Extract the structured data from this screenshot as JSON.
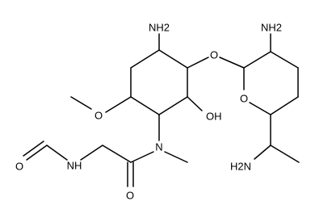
{
  "molecule": {
    "atom_labels": {
      "nh2_ring_top": "NH2",
      "o_methoxy": "O",
      "oh": "OH",
      "o_glycosidic": "O",
      "o_pyran": "O",
      "nh2_pyran_top": "NH2",
      "nh2_sidechain": "H2N",
      "n_amide": "N",
      "o_carbonyl": "O",
      "nh_formamide": "NH",
      "o_formyl": "O"
    }
  }
}
